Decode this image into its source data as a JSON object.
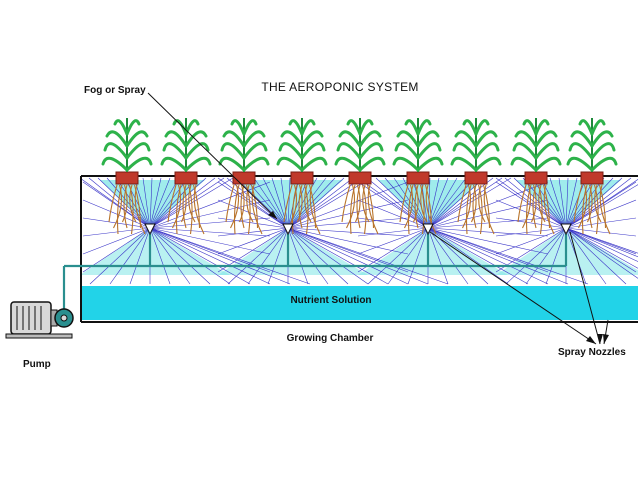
{
  "diagram": {
    "title": "THE AEROPONIC SYSTEM",
    "labels": {
      "fog": "Fog or Spray",
      "nutrient": "Nutrient Solution",
      "chamber": "Growing Chamber",
      "nozzles": "Spray Nozzles",
      "pump": "Pump"
    },
    "plant_count": 9,
    "nozzle_count": 4,
    "colors": {
      "stem": "#1d8a3a",
      "leaf": "#2db24a",
      "pot": "#c0392b",
      "root": "#b8732a",
      "spray_line": "#3a35c8",
      "mist": "#7fe6e6",
      "solution": "#22d3e8",
      "pipe": "#2a8f8f",
      "pump": "#d9d9d9"
    }
  }
}
